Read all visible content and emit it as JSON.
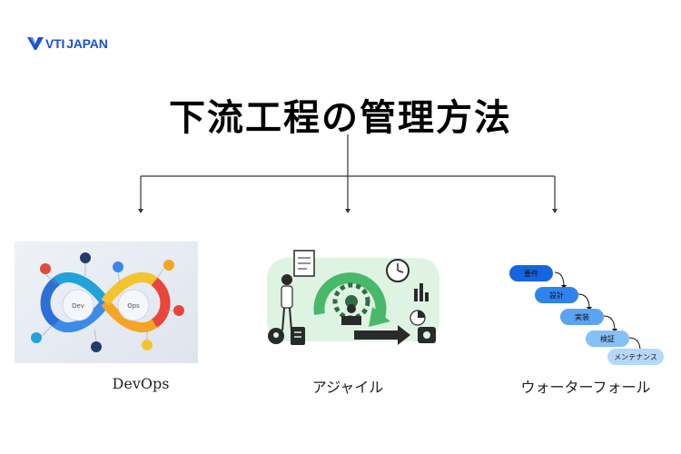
{
  "logo": {
    "mark": "VTI",
    "text": "JAPAN"
  },
  "title": "下流工程の管理方法",
  "branches": [
    {
      "label": "DevOps",
      "icon": "devops-infinity-loop"
    },
    {
      "label": "アジャイル",
      "icon": "agile-cycle-illustration"
    },
    {
      "label": "ウォーターフォール",
      "icon": "waterfall-steps"
    }
  ],
  "devops": {
    "dev_label": "Dev",
    "ops_label": "Ops"
  },
  "waterfall": {
    "steps": [
      "要件",
      "設計",
      "実装",
      "検証",
      "メンテナンス"
    ]
  },
  "colors": {
    "logo": "#1a4fd6",
    "waterfall_steps": [
      "#1565e0",
      "#2f83ec",
      "#5aa4f2",
      "#85c0f6",
      "#b5d8fa"
    ]
  }
}
